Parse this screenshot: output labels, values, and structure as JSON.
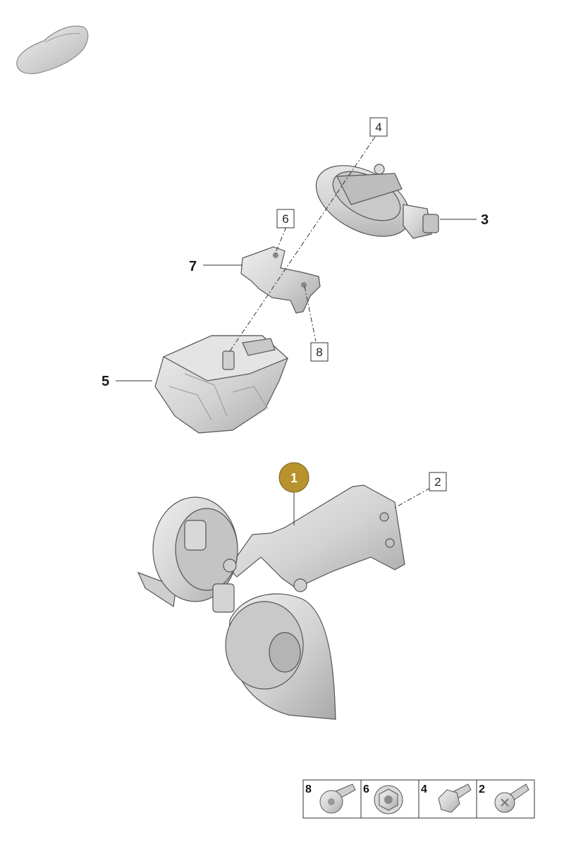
{
  "callouts": {
    "item_1": "1",
    "item_2": "2",
    "item_3": "3",
    "item_4": "4",
    "item_5": "5",
    "item_6": "6",
    "item_7": "7",
    "item_8": "8"
  },
  "legend": {
    "cells": [
      {
        "number": "8",
        "icon": "flange-bolt-icon"
      },
      {
        "number": "6",
        "icon": "hex-nut-icon"
      },
      {
        "number": "4",
        "icon": "hex-bolt-icon"
      },
      {
        "number": "2",
        "icon": "torx-bolt-icon"
      }
    ]
  },
  "colors": {
    "highlight_badge": "#b8922c",
    "part_fill": "#d7d7d7",
    "part_shade": "#b9b9b9",
    "line": "#333333"
  }
}
